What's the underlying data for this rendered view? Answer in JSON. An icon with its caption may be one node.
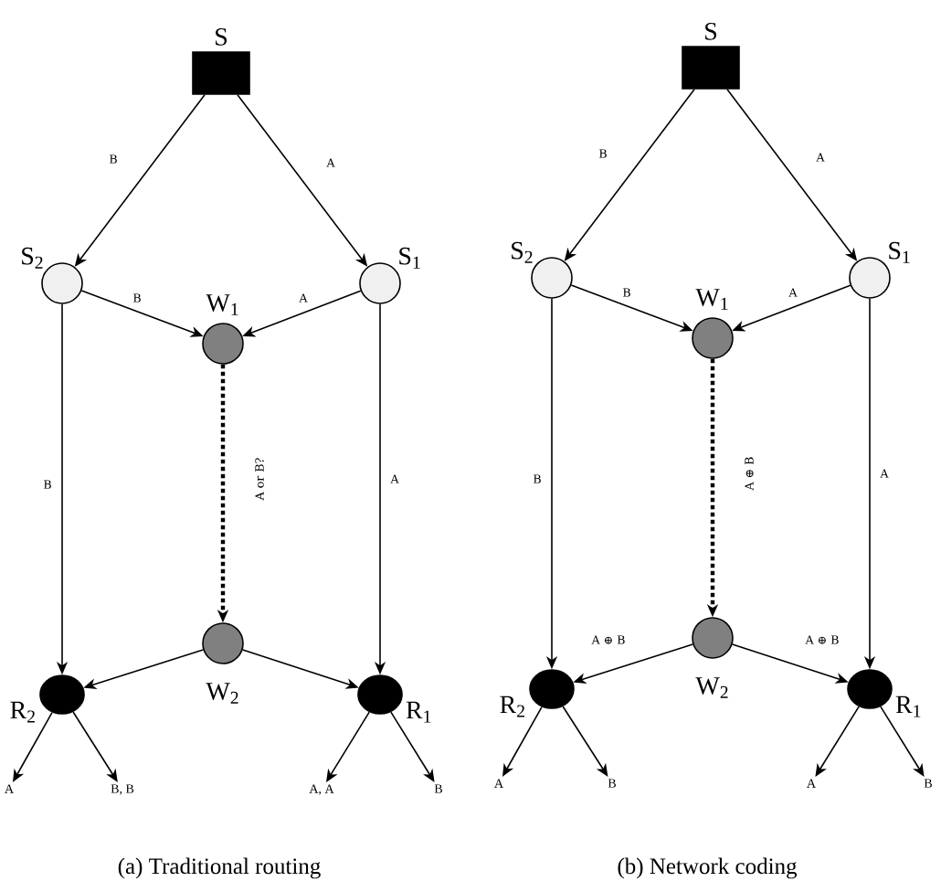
{
  "diagram": {
    "nodes": [
      {
        "text": [
          "S"
        ]
      },
      {
        "text": [
          "S$_{2}$"
        ]
      },
      {
        "text": [
          "W$_{1}$"
        ]
      },
      {
        "text": [
          "S$_{1}$"
        ]
      },
      {
        "text": [
          "R$_{2}$"
        ]
      },
      {
        "text": [
          "W$_{2}$"
        ]
      },
      {
        "text": [
          "R$_{1}$"
        ]
      },
      {
        "text": [
          "A"
        ]
      },
      {
        "text": [
          "B, B"
        ]
      },
      {
        "text": [
          "A, A"
        ]
      },
      {
        "text": [
          "B"
        ]
      },
      {
        "text": [
          "S"
        ]
      },
      {
        "text": [
          "S$_{2}$"
        ]
      },
      {
        "text": [
          "W$_{1}$"
        ]
      },
      {
        "text": [
          "S$_{1}$"
        ]
      },
      {
        "text": [
          "R$_{2}$"
        ]
      },
      {
        "text": [
          "W$_{2}$"
        ]
      },
      {
        "text": [
          "R$_{1}$"
        ]
      },
      {
        "text": [
          "A"
        ]
      },
      {
        "text": [
          "B"
        ]
      },
      {
        "text": [
          "A"
        ]
      },
      {
        "text": [
          "B"
        ]
      }
    ],
    "edges": [
      {
        "from": 0,
        "to": 1,
        "arrow": "to",
        "label": "B"
      },
      {
        "from": 0,
        "to": 3,
        "arrow": "to",
        "label": "A"
      },
      {
        "from": 1,
        "to": 2,
        "arrow": "to",
        "label": "B"
      },
      {
        "from": 3,
        "to": 2,
        "arrow": "to",
        "label": "A"
      },
      {
        "from": 2,
        "to": 5,
        "arrow": "to",
        "label": "A or B?",
        "style": "dashed"
      },
      {
        "from": 1,
        "to": 4,
        "arrow": "to",
        "label": "B"
      },
      {
        "from": 3,
        "to": 6,
        "arrow": "to",
        "label": "A"
      },
      {
        "from": 5,
        "to": 4,
        "arrow": "to"
      },
      {
        "from": 5,
        "to": 6,
        "arrow": "to"
      },
      {
        "from": 4,
        "to": 7,
        "arrow": "to"
      },
      {
        "from": 4,
        "to": 8,
        "arrow": "to"
      },
      {
        "from": 6,
        "to": 9,
        "arrow": "to"
      },
      {
        "from": 6,
        "to": 10,
        "arrow": "to"
      },
      {
        "from": 11,
        "to": 12,
        "arrow": "to",
        "label": "B"
      },
      {
        "from": 11,
        "to": 14,
        "arrow": "to",
        "label": "A"
      },
      {
        "from": 12,
        "to": 13,
        "arrow": "to",
        "label": "B"
      },
      {
        "from": 14,
        "to": 13,
        "arrow": "to",
        "label": "A"
      },
      {
        "from": 13,
        "to": 16,
        "arrow": "to",
        "label": "A ⊕ B",
        "style": "dashed"
      },
      {
        "from": 12,
        "to": 15,
        "arrow": "to",
        "label": "B"
      },
      {
        "from": 14,
        "to": 17,
        "arrow": "to",
        "label": "A"
      },
      {
        "from": 16,
        "to": 15,
        "arrow": "to",
        "label": "A ⊕ B"
      },
      {
        "from": 16,
        "to": 17,
        "arrow": "to",
        "label": "A ⊕ B"
      },
      {
        "from": 15,
        "to": 18,
        "arrow": "to"
      },
      {
        "from": 15,
        "to": 19,
        "arrow": "to"
      },
      {
        "from": 17,
        "to": 20,
        "arrow": "to"
      },
      {
        "from": 17,
        "to": 21,
        "arrow": "to"
      }
    ],
    "labels": [
      "(a) Traditional routing",
      "(b) Network coding"
    ]
  }
}
